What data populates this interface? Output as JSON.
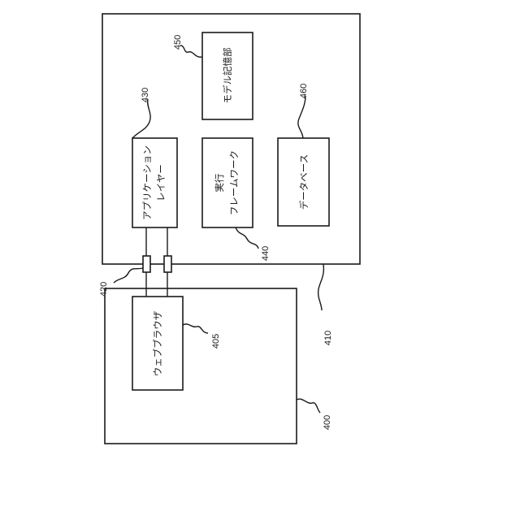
{
  "diagram": {
    "server": {
      "ref": "410"
    },
    "client": {
      "ref": "400"
    },
    "model_storage": {
      "ref": "450",
      "label": "モデル記憶部"
    },
    "application_layer": {
      "ref": "430",
      "line1": "アプリケーション",
      "line2": "レイヤー"
    },
    "execution_framework": {
      "ref": "440",
      "line1": "実行",
      "line2": "フレームワーク"
    },
    "database": {
      "ref": "460",
      "label": "データベース"
    },
    "web_browser": {
      "ref": "405",
      "label": "ウェブブラウザ"
    },
    "connection": {
      "ref": "420"
    }
  }
}
